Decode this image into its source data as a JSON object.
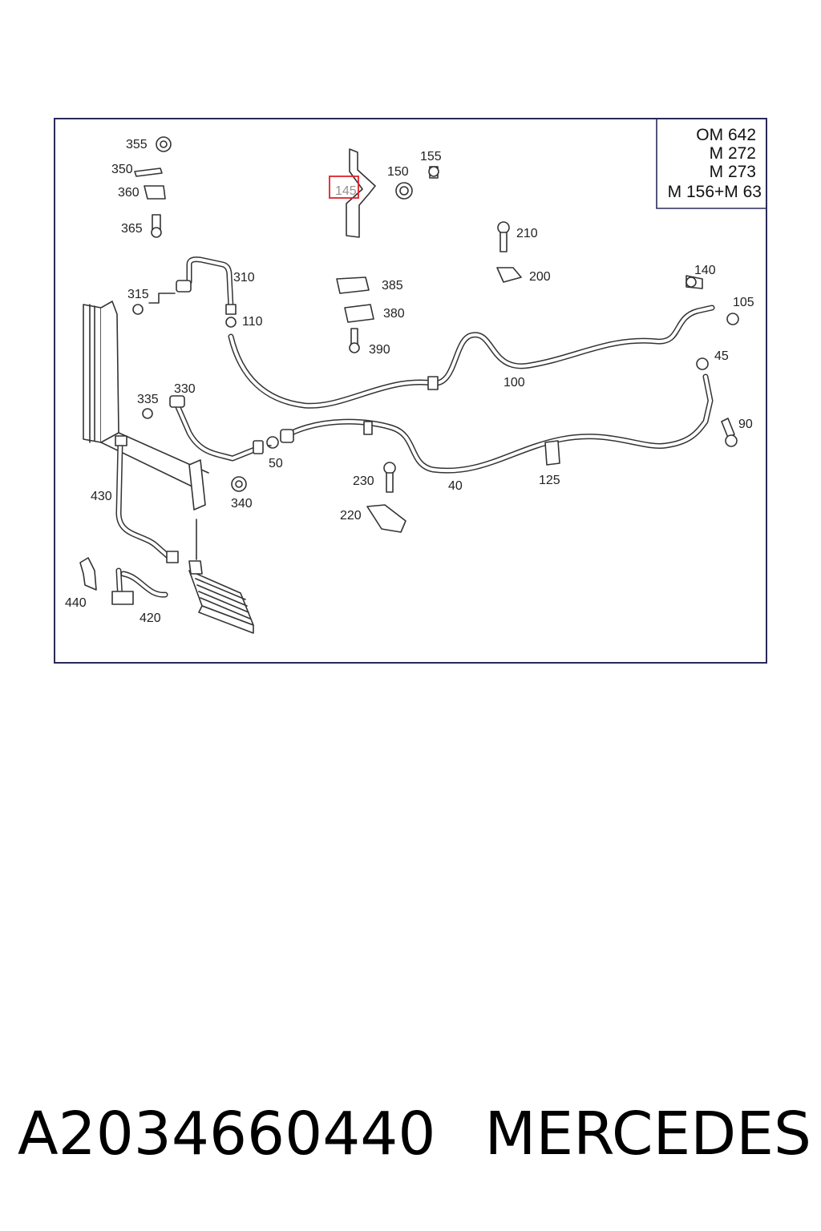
{
  "engine_codes": [
    "OM 642",
    "M 272",
    "M 273",
    "M 156+M 63"
  ],
  "highlighted_part": "145",
  "part_labels": {
    "p355": "355",
    "p350": "350",
    "p360": "360",
    "p365": "365",
    "p145": "145",
    "p150": "150",
    "p155": "155",
    "p210": "210",
    "p200": "200",
    "p140": "140",
    "p105": "105",
    "p310": "310",
    "p315": "315",
    "p110": "110",
    "p385": "385",
    "p380": "380",
    "p390": "390",
    "p100": "100",
    "p45": "45",
    "p90": "90",
    "p335": "335",
    "p330": "330",
    "p50": "50",
    "p40": "40",
    "p125": "125",
    "p230": "230",
    "p220": "220",
    "p430": "430",
    "p340": "340",
    "p440": "440",
    "p420": "420"
  },
  "footer": {
    "part_number": "A2034660440",
    "brand": "MERCEDES"
  },
  "colors": {
    "highlight_box": "#e0202a",
    "frame": "#2a2a5a",
    "line": "#333333"
  }
}
